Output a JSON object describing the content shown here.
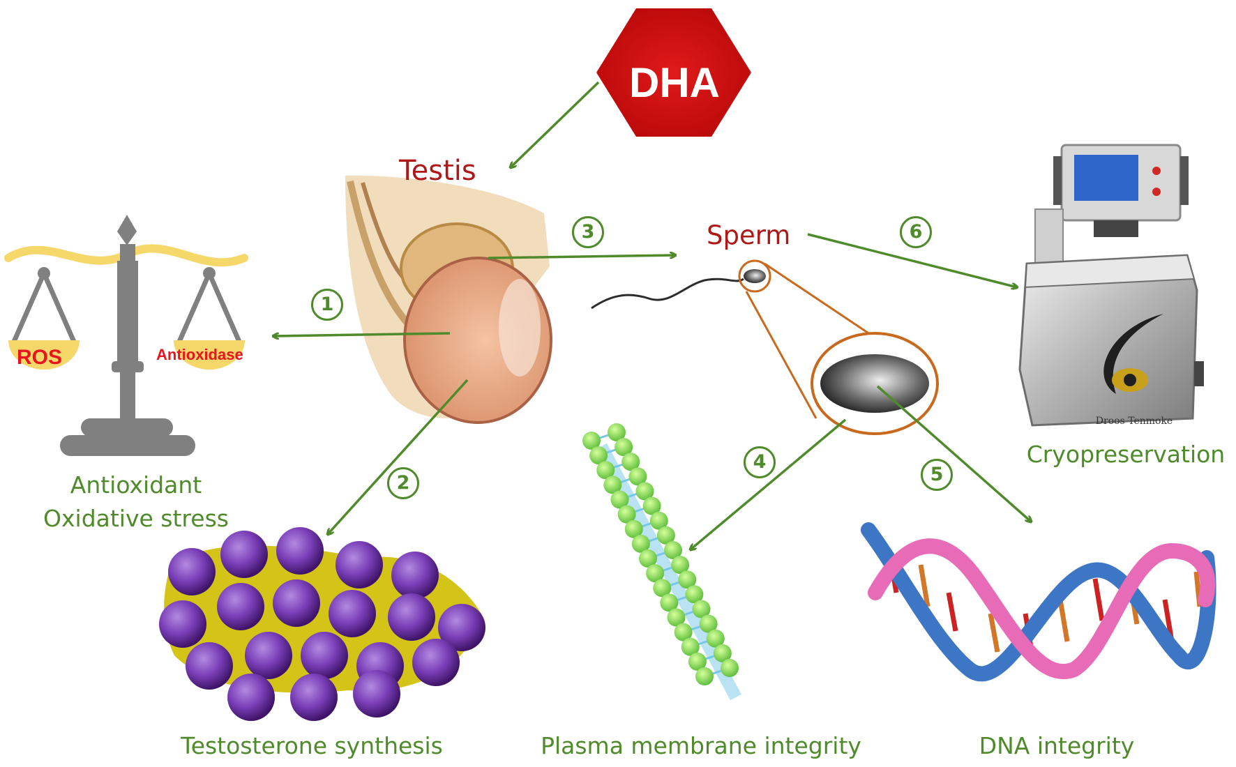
{
  "hexagon": {
    "label": "DHA"
  },
  "testis": {
    "label": "Testis"
  },
  "sperm": {
    "label": "Sperm"
  },
  "scale": {
    "left_pan": "ROS",
    "right_pan": "Antioxidase",
    "caption_line1": "Antioxidant",
    "caption_line2": "Oxidative stress"
  },
  "steps": [
    "1",
    "2",
    "3",
    "4",
    "5",
    "6"
  ],
  "outcomes": {
    "testosterone": "Testosterone synthesis",
    "membrane": "Plasma membrane integrity",
    "dna": "DNA integrity",
    "cryo": "Cryopreservation"
  },
  "machine": {
    "brand": "Droos Tenmoke"
  },
  "colors": {
    "arrow": "#4f8a2b",
    "label_green": "#4f8a2b",
    "label_red": "#b01818",
    "hexagon": "#d10f0f",
    "zoom_ring": "#c8691e"
  }
}
